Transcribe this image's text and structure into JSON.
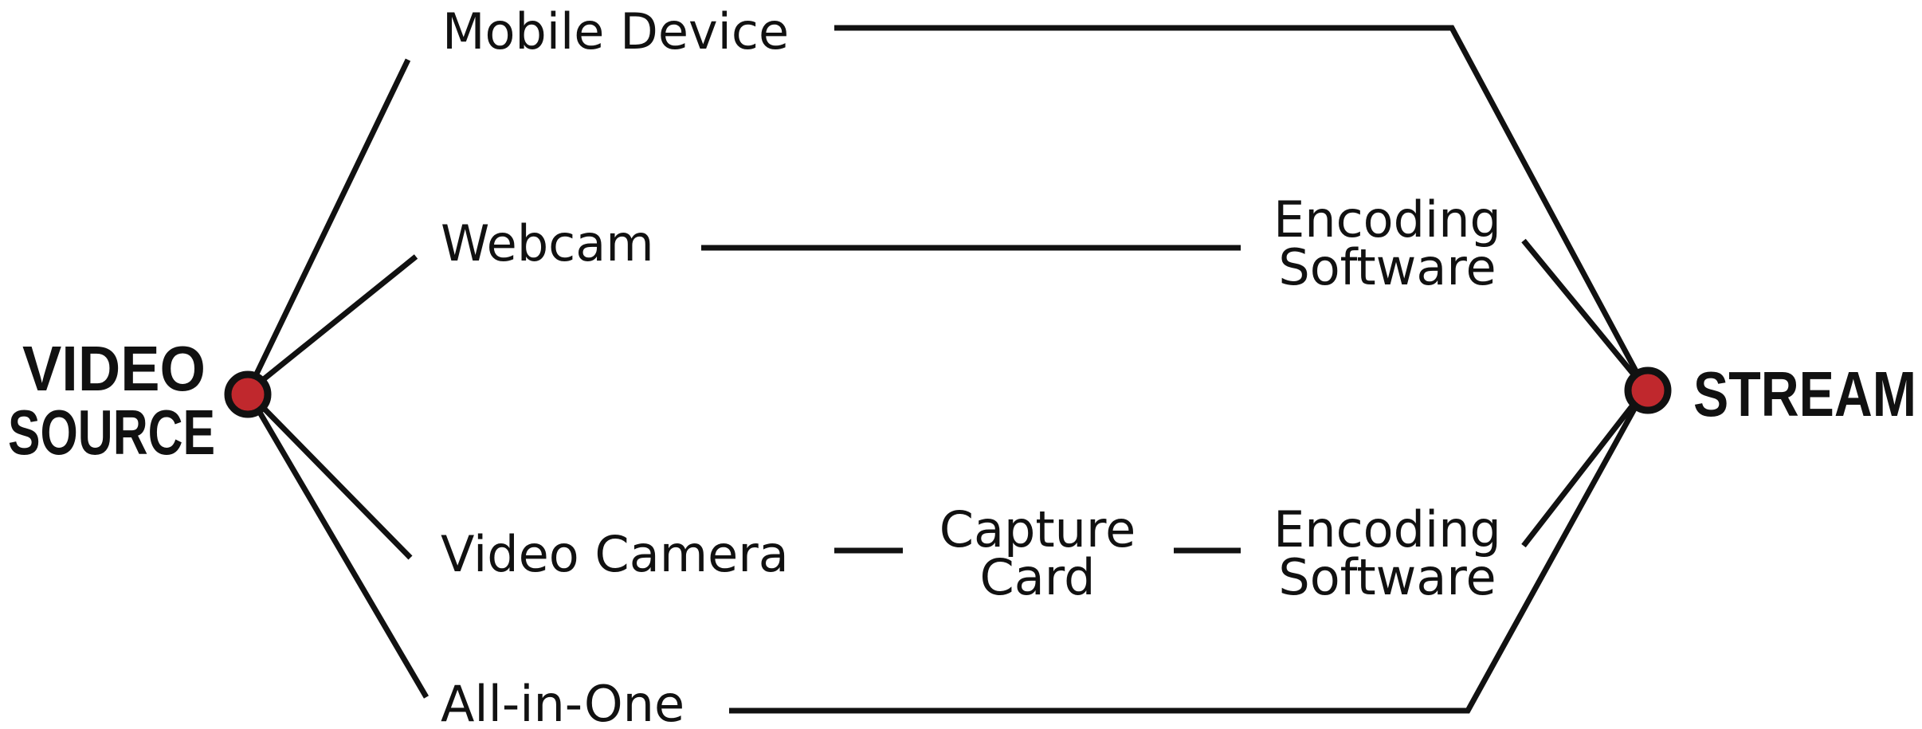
{
  "colors": {
    "line": "#111111",
    "node_fill": "#c0282d",
    "node_stroke": "#111111",
    "background": "#ffffff"
  },
  "source": {
    "line1": "VIDEO",
    "line2": "SOURCE"
  },
  "target": {
    "label": "STREAM"
  },
  "paths": {
    "mobile": "Mobile Device",
    "webcam": "Webcam",
    "webcam_encoder_1": "Encoding",
    "webcam_encoder_2": "Software",
    "camera": "Video Camera",
    "capture_1": "Capture",
    "capture_2": "Card",
    "camera_encoder_1": "Encoding",
    "camera_encoder_2": "Software",
    "allinone": "All-in-One"
  }
}
